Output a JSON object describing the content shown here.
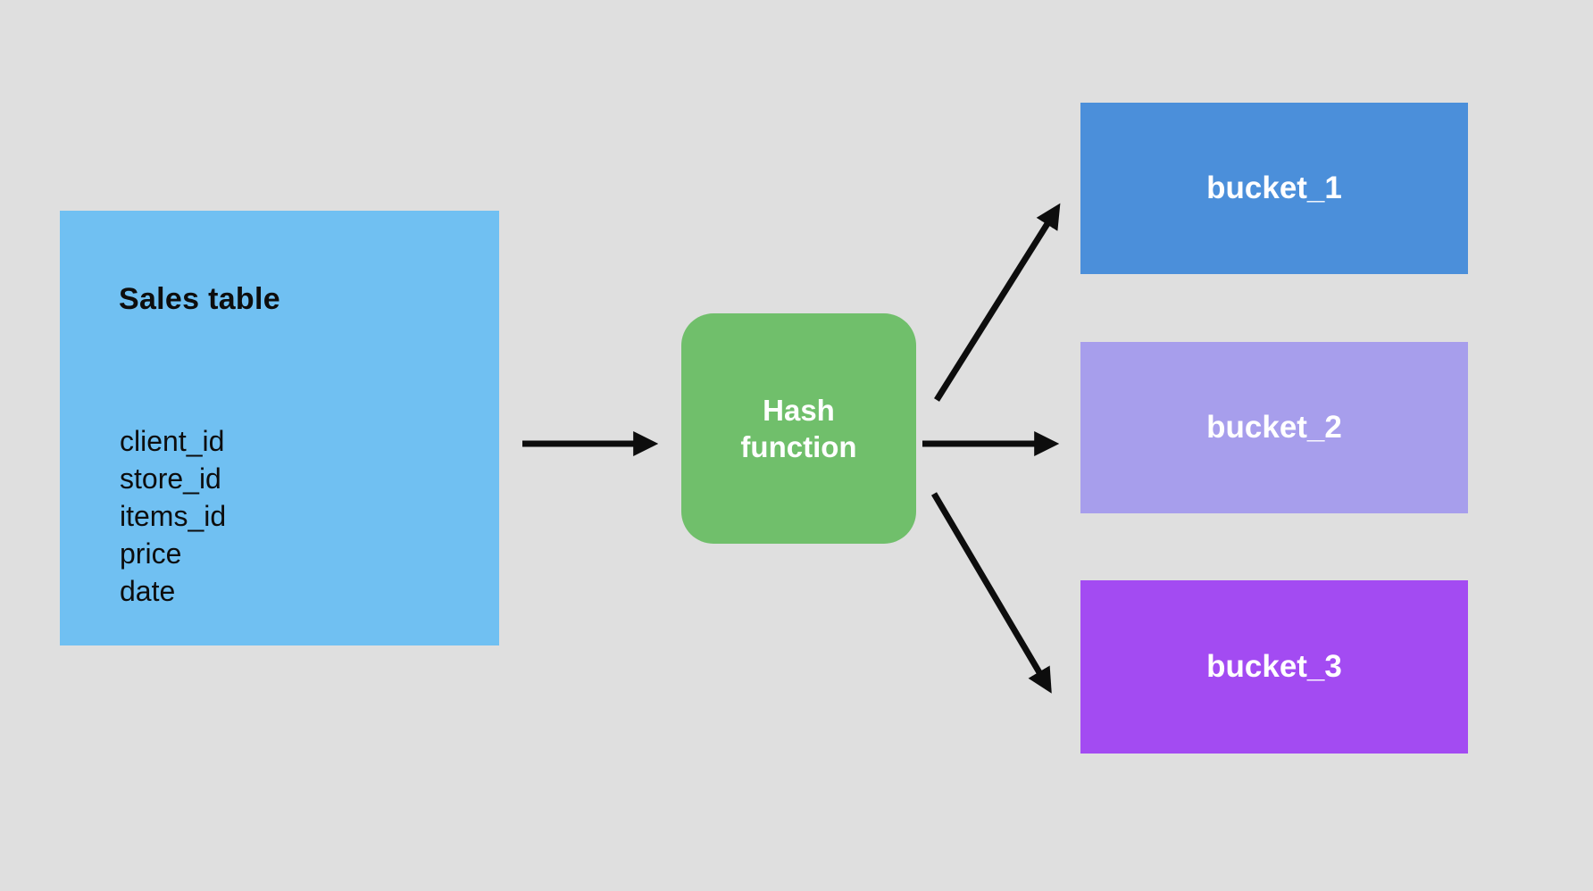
{
  "canvas": {
    "background_color": "#DFDFDF",
    "arrow_color": "#0D0D0D"
  },
  "diagram": {
    "source_table": {
      "title": "Sales table",
      "fields": [
        "client_id",
        "store_id",
        "items_id",
        "price",
        "date"
      ],
      "fill_color": "#70C0F2",
      "text_color": "#0D0D0D"
    },
    "hash_node": {
      "label": "Hash function",
      "label_lines": [
        "Hash",
        "function"
      ],
      "fill_color": "#70BF6B",
      "text_color": "#FFFFFF"
    },
    "buckets": [
      {
        "label": "bucket_1",
        "fill_color": "#4B8FDA"
      },
      {
        "label": "bucket_2",
        "fill_color": "#A79EEC"
      },
      {
        "label": "bucket_3",
        "fill_color": "#A34BF2"
      }
    ]
  }
}
